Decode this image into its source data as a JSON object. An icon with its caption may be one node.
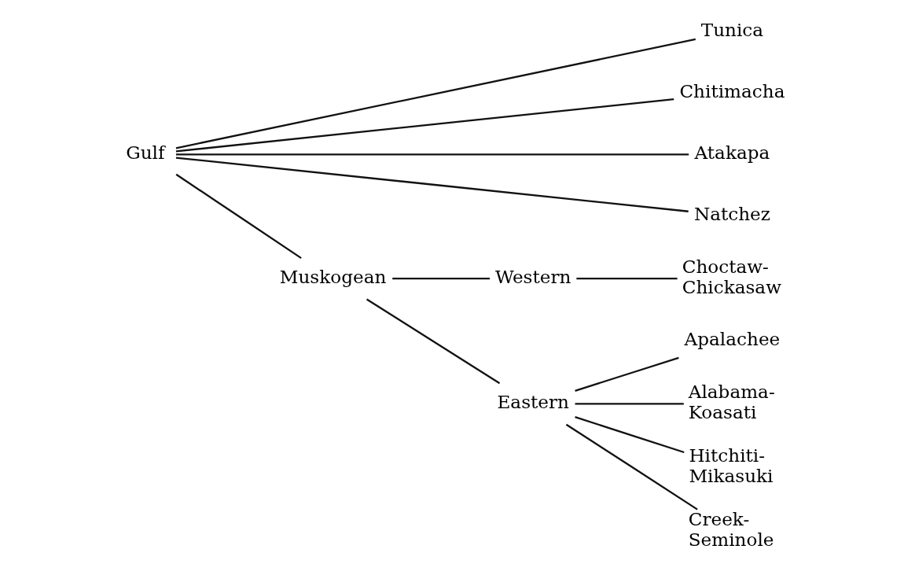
{
  "diagram": {
    "nodes": [
      {
        "text": [
          "Gulf"
        ]
      },
      {
        "text": [
          "Tunica"
        ]
      },
      {
        "text": [
          "Chitimacha"
        ]
      },
      {
        "text": [
          "Atakapa"
        ]
      },
      {
        "text": [
          "Natchez"
        ]
      },
      {
        "text": [
          "Muskogean"
        ]
      },
      {
        "text": [
          "Western"
        ]
      },
      {
        "text": [
          "Choctaw- Chickasaw"
        ]
      },
      {
        "text": [
          "Eastern"
        ]
      },
      {
        "text": [
          "Apalachee"
        ]
      },
      {
        "text": [
          "Alabama- Koasati"
        ]
      },
      {
        "text": [
          "Hitchiti- Mikasuki"
        ]
      },
      {
        "text": [
          "Creek- Seminole"
        ]
      }
    ],
    "edges": [
      {
        "from": 0,
        "to": 1,
        "arrow": "none"
      },
      {
        "from": 0,
        "to": 2,
        "arrow": "none"
      },
      {
        "from": 0,
        "to": 3,
        "arrow": "none"
      },
      {
        "from": 0,
        "to": 4,
        "arrow": "none"
      },
      {
        "from": 0,
        "to": 5,
        "arrow": "none"
      },
      {
        "from": 5,
        "to": 6,
        "arrow": "none"
      },
      {
        "from": 6,
        "to": 7,
        "arrow": "none"
      },
      {
        "from": 5,
        "to": 8,
        "arrow": "none"
      },
      {
        "from": 8,
        "to": 9,
        "arrow": "none"
      },
      {
        "from": 8,
        "to": 10,
        "arrow": "none"
      },
      {
        "from": 8,
        "to": 11,
        "arrow": "none"
      },
      {
        "from": 8,
        "to": 12,
        "arrow": "none"
      }
    ]
  }
}
